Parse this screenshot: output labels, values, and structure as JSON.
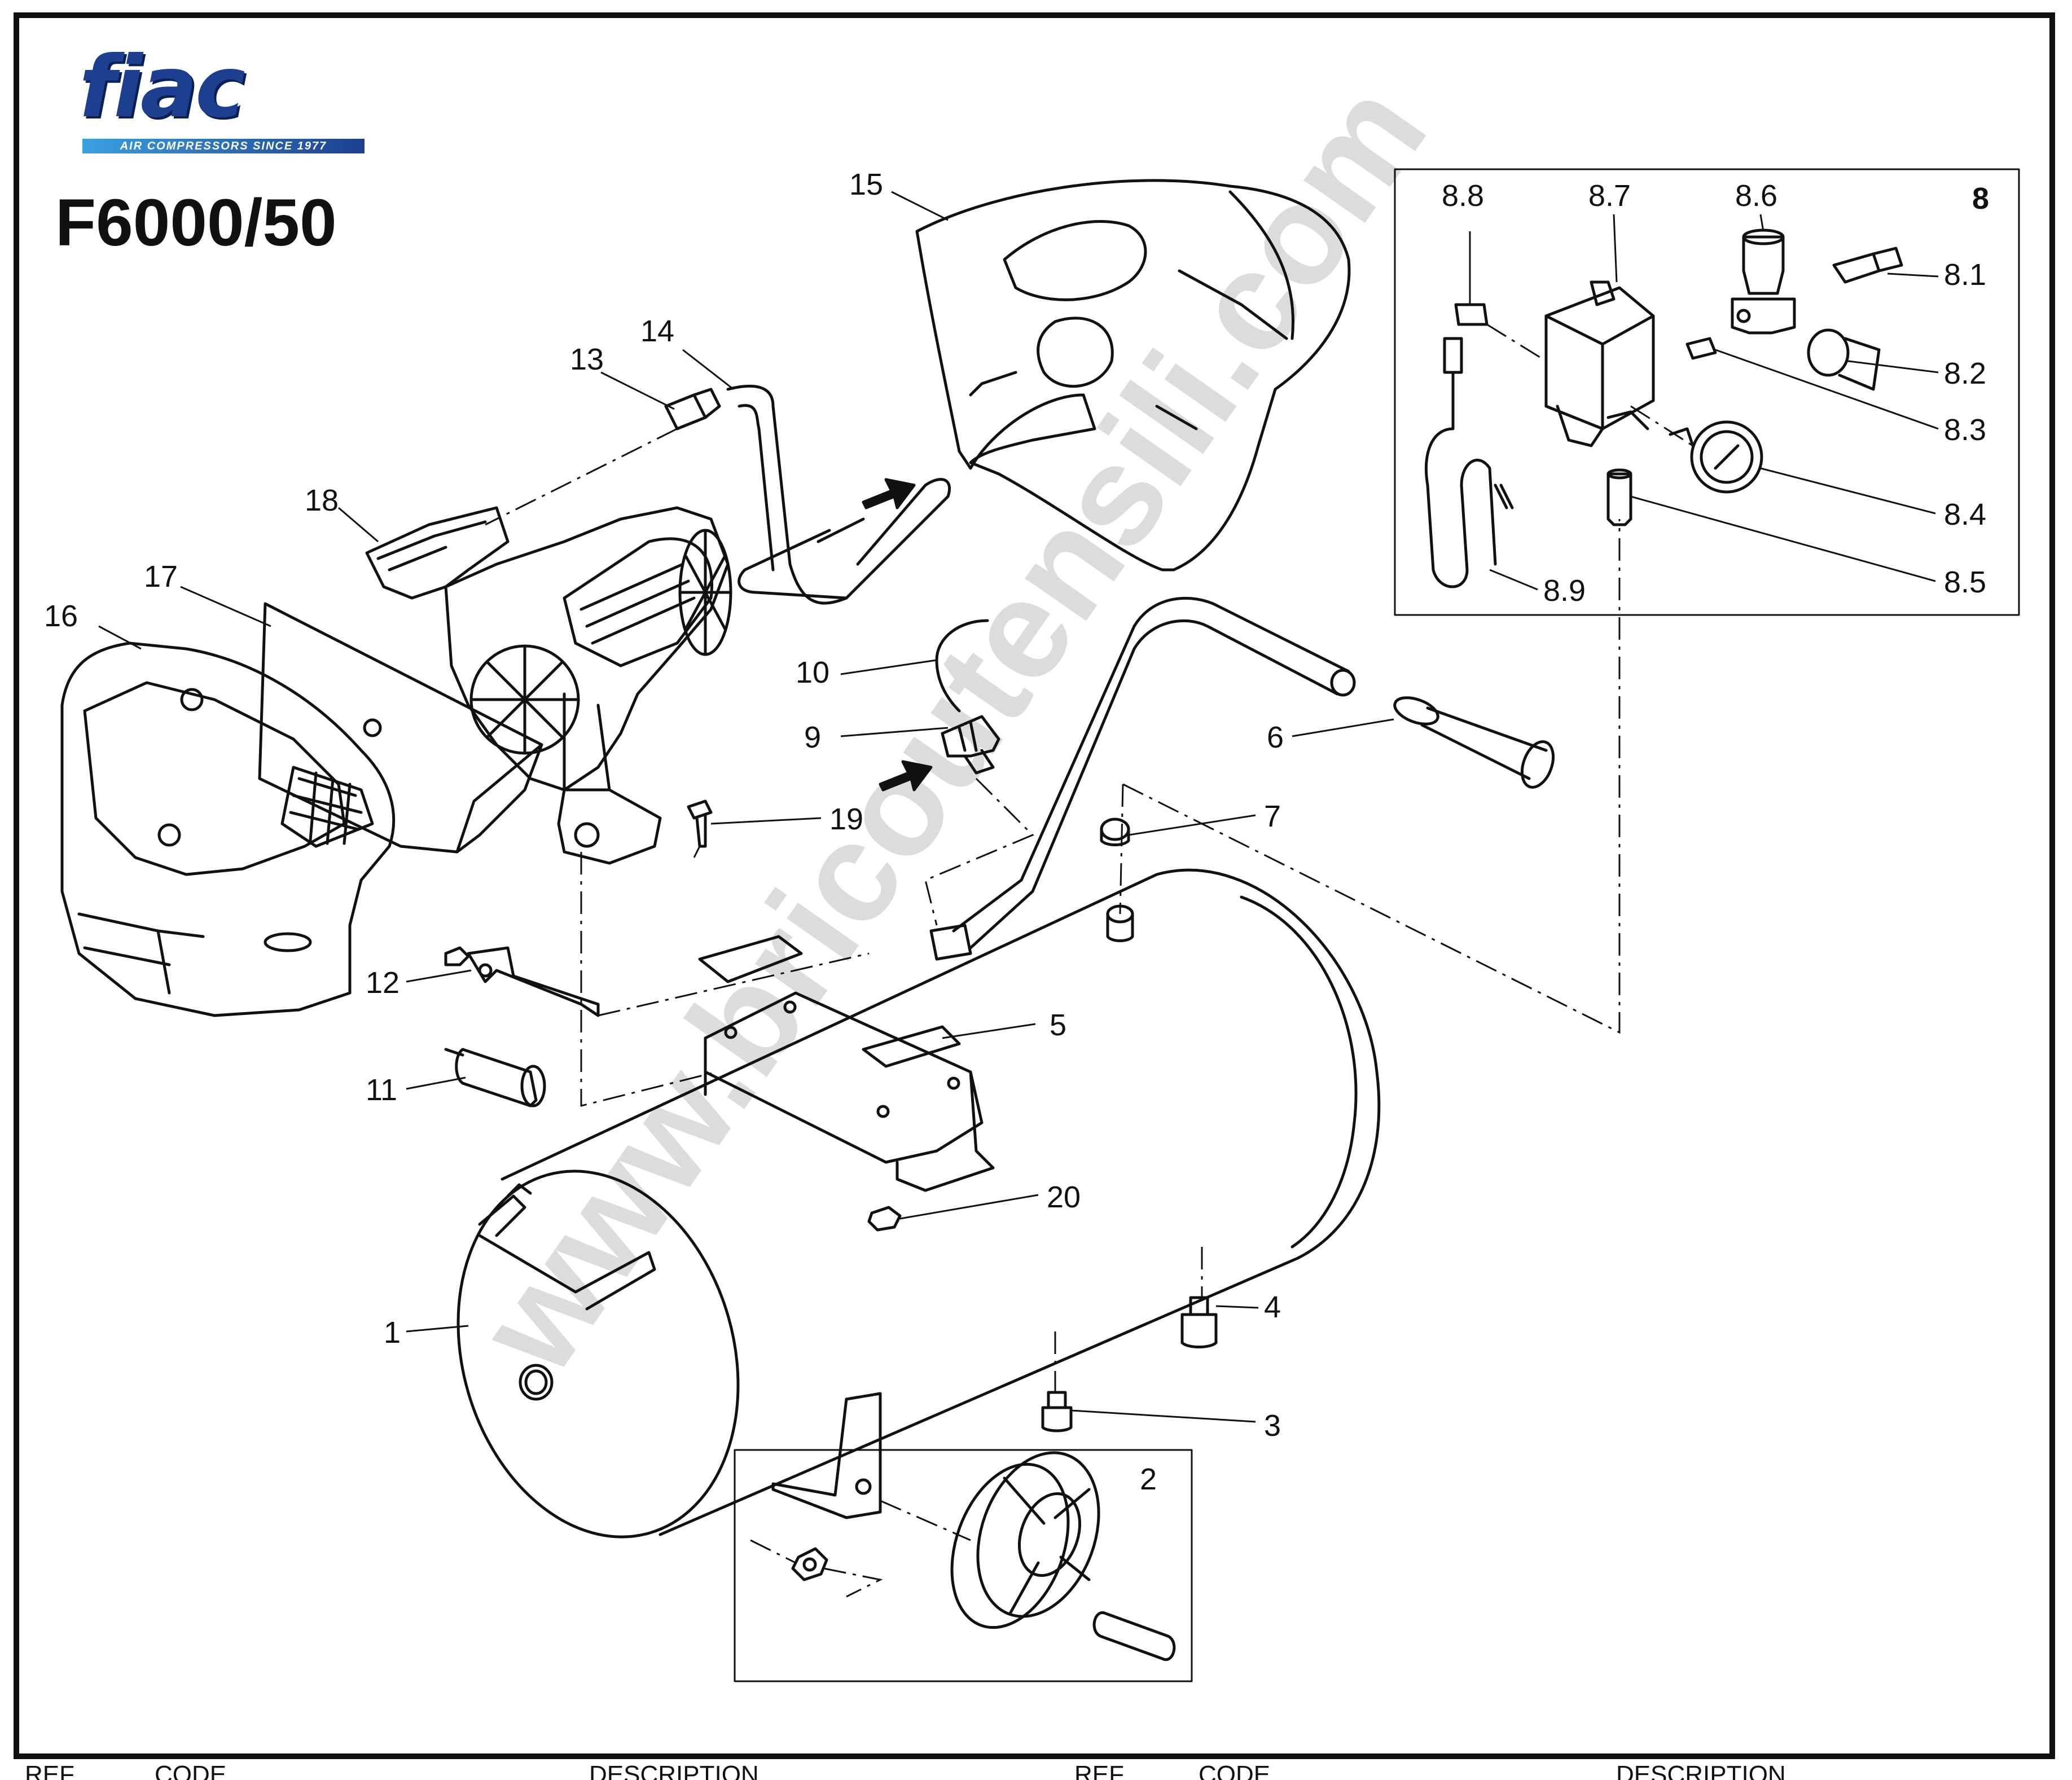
{
  "brand": {
    "logo_text": "fiac",
    "tagline": "AIR COMPRESSORS SINCE 1977"
  },
  "model": "F6000/50",
  "watermark": "www.bricoutensili.com",
  "colors": {
    "logo_blue": "#1d3f8f",
    "tagline_blue": "#3aa0e0",
    "line": "#111111",
    "watermark": "#9a9a9a"
  },
  "callouts": {
    "c1": "1",
    "c2": "2",
    "c3": "3",
    "c4": "4",
    "c5": "5",
    "c6": "6",
    "c7": "7",
    "c8": "8",
    "c9": "9",
    "c10": "10",
    "c11": "11",
    "c12": "12",
    "c13": "13",
    "c14": "14",
    "c15": "15",
    "c16": "16",
    "c17": "17",
    "c18": "18",
    "c19": "19",
    "c20": "20",
    "c8_1": "8.1",
    "c8_2": "8.2",
    "c8_3": "8.3",
    "c8_4": "8.4",
    "c8_5": "8.5",
    "c8_6": "8.6",
    "c8_7": "8.7",
    "c8_8": "8.8",
    "c8_9": "8.9"
  },
  "footer": {
    "ref_left": "REF",
    "code_left": "CODE",
    "desc_left": "DESCRIPTION",
    "ref_right": "REF",
    "code_right": "CODE",
    "desc_right": "DESCRIPTION"
  }
}
